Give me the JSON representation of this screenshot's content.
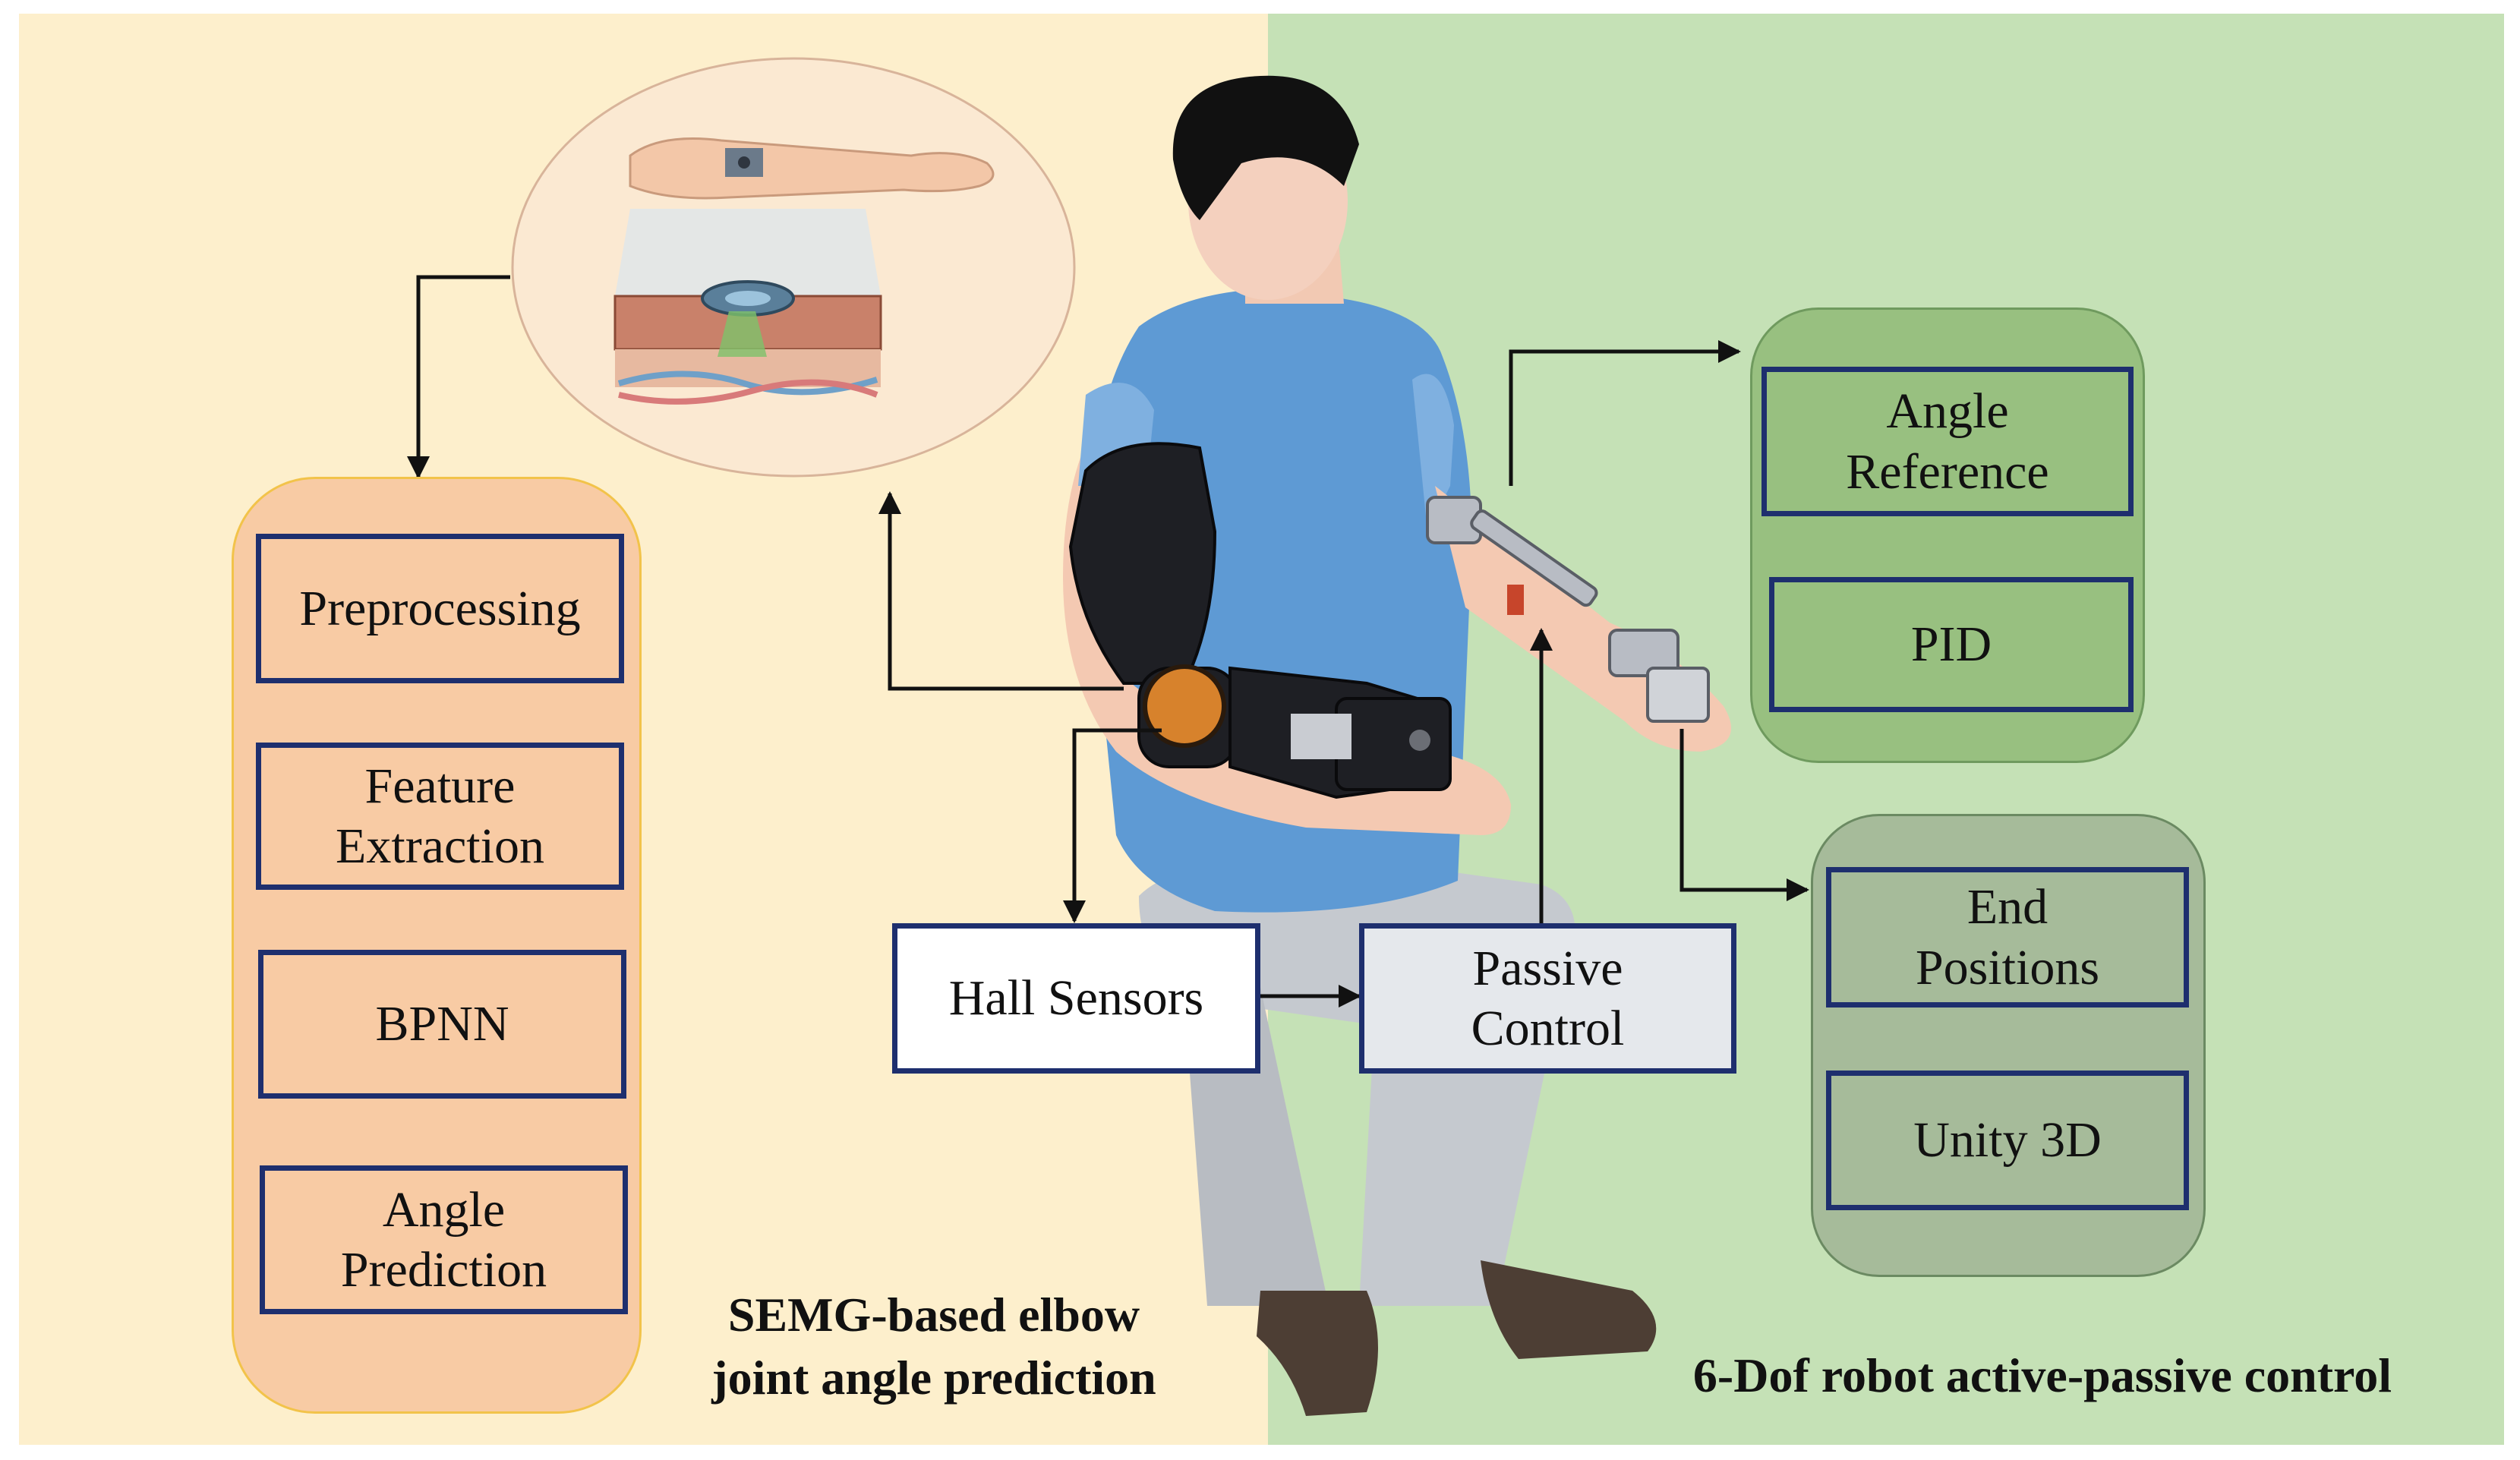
{
  "left_panel": {
    "steps": [
      "Preprocessing",
      "Feature\nExtraction",
      "BPNN",
      "Angle\nPrediction"
    ],
    "caption": "SEMG-based elbow\njoint angle prediction"
  },
  "center": {
    "hall_sensors": "Hall Sensors",
    "passive_control": "Passive\nControl"
  },
  "right_panel": {
    "top_group": [
      "Angle\nReference",
      "PID"
    ],
    "bottom_group": [
      "End\nPositions",
      "Unity 3D"
    ],
    "caption": "6-Dof robot active-passive control"
  },
  "colors": {
    "left_background": "#fdefcc",
    "right_background": "#c5e1b6",
    "box_border": "#1e2f6e",
    "left_box_fill": "#f8cba4",
    "right_top_fill": "#98c080",
    "right_bottom_fill": "#a6bb9a"
  },
  "illustrations": [
    "semg-sensor-skin-illustration",
    "person-with-exoskeleton-illustration"
  ]
}
